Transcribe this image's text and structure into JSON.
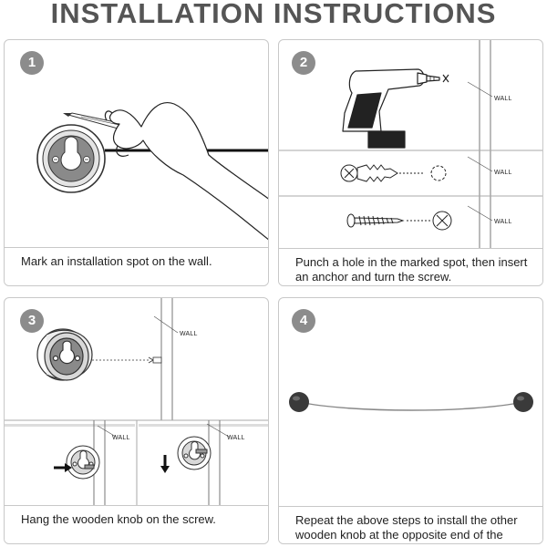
{
  "title": "INSTALLATION INSTRUCTIONS",
  "wall_label": "WALL",
  "steps": [
    {
      "number": "1",
      "caption": "Mark an installation spot on the wall."
    },
    {
      "number": "2",
      "caption": "Punch a hole in the marked spot, then insert an anchor and turn the screw."
    },
    {
      "number": "3",
      "caption": "Hang the wooden knob on the screw."
    },
    {
      "number": "4",
      "caption": "Repeat the above steps to install the other wooden knob at the opposite end of the wall."
    }
  ],
  "colors": {
    "title": "#555555",
    "badge": "#8c8c8c",
    "panel_border": "#c8c8c8",
    "knob_dark": "#3a3a3a"
  },
  "icons": [
    "pencil-icon",
    "hand-icon",
    "drill-icon",
    "anchor-icon",
    "screw-icon",
    "knob-icon",
    "arrow-right-icon",
    "arrow-down-icon"
  ]
}
